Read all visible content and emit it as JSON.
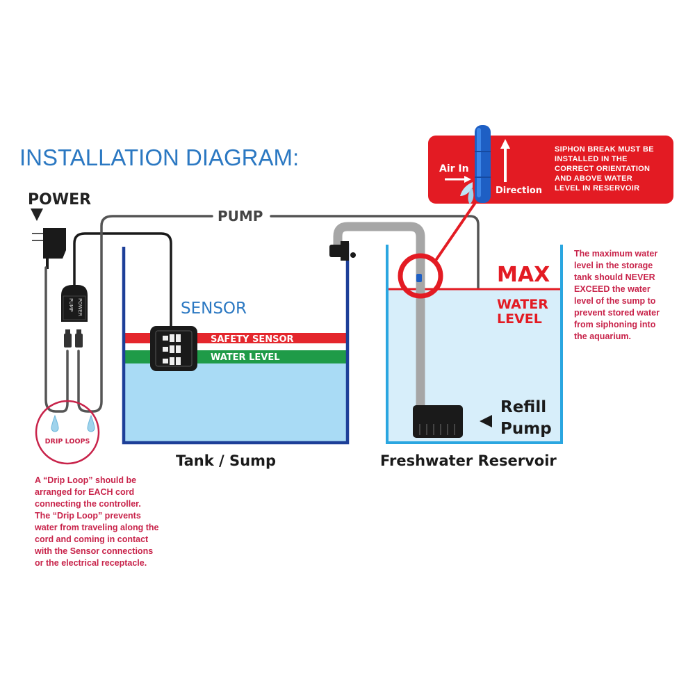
{
  "title": "INSTALLATION DIAGRAM:",
  "power_label": "POWER",
  "controller": {
    "port_power": "POWER",
    "port_pump": "PUMP"
  },
  "pump_cable_label": "PUMP",
  "sensor_label": "SENSOR",
  "sump": {
    "safety_sensor_label": "SAFETY SENSOR",
    "water_level_label": "WATER LEVEL",
    "caption": "Tank / Sump"
  },
  "reservoir": {
    "max_label": "MAX",
    "water_label_1": "WATER",
    "water_label_2": "LEVEL",
    "refill_label_1": "Refill",
    "refill_label_2": "Pump",
    "caption": "Freshwater Reservoir"
  },
  "drip_loops_label": "DRIP LOOPS",
  "callout": {
    "air_in": "Air In",
    "direction": "Direction",
    "lines": [
      "SIPHON BREAK MUST BE",
      "INSTALLED IN THE",
      "CORRECT ORIENTATION",
      "AND ABOVE WATER",
      "LEVEL IN RESERVOIR"
    ]
  },
  "max_note_lines": [
    "The maximum water",
    "level in the storage",
    "tank should NEVER",
    "EXCEED the water",
    "level of the sump to",
    "prevent stored water",
    "from siphoning into",
    "the aquarium."
  ],
  "drip_note_lines": [
    "A “Drip Loop” should be",
    "arranged for EACH cord",
    "connecting the controller.",
    "The “Drip Loop” prevents",
    "water from traveling along the",
    "cord and coming in contact",
    "with the Sensor connections",
    "or the electrical receptacle."
  ],
  "colors": {
    "title_blue": "#2b78c2",
    "alert_red": "#e31b23",
    "note_red": "#c8234a",
    "sump_blue": "#1d3f98",
    "reservoir_blue": "#2aa6e0",
    "water": "#a9dbf5",
    "green": "#1f9b48"
  }
}
